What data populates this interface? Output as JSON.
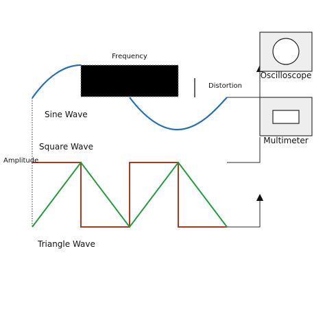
{
  "labels": {
    "frequency": "Frequency",
    "distortion": "Distortion",
    "sine_wave": "Sine Wave",
    "square_wave": "Square Wave",
    "amplitude": "Amplitude",
    "triangle_wave": "Triangle Wave"
  },
  "instruments": {
    "oscilloscope": "Oscilloscope",
    "multimeter": "Multimeter"
  },
  "colors": {
    "sine": "#1f6fbf",
    "square": "#b5341a",
    "triangle": "#1e9e3a",
    "connector": "#555555",
    "box_fill": "#eeeeee",
    "box_stroke": "#333333",
    "black_block": "#000000"
  }
}
